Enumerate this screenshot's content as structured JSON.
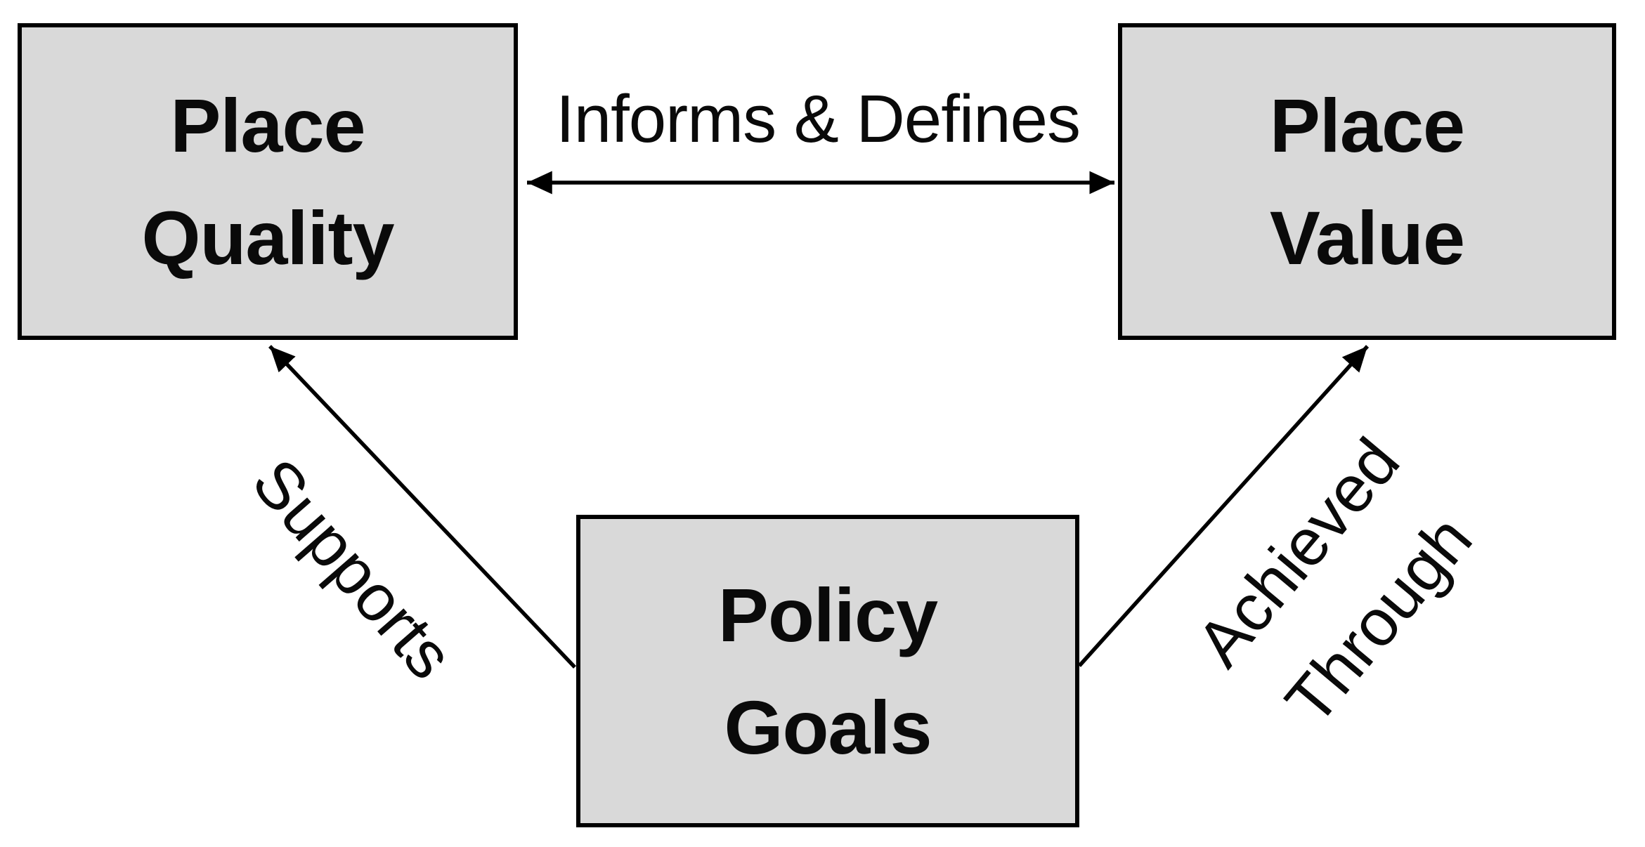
{
  "nodes": {
    "place_quality": {
      "line1": "Place",
      "line2": "Quality"
    },
    "place_value": {
      "line1": "Place",
      "line2": "Value"
    },
    "policy_goals": {
      "line1": "Policy",
      "line2": "Goals"
    }
  },
  "edges": {
    "informs_defines": {
      "label": "Informs & Defines"
    },
    "supports": {
      "label": "Supports"
    },
    "achieved_through": {
      "line1": "Achieved",
      "line2": "Through"
    }
  },
  "colors": {
    "background": "#ffffff",
    "box_fill": "#d9d9d9",
    "box_border": "#000000",
    "arrow": "#000000",
    "text": "#0a0a0a"
  }
}
